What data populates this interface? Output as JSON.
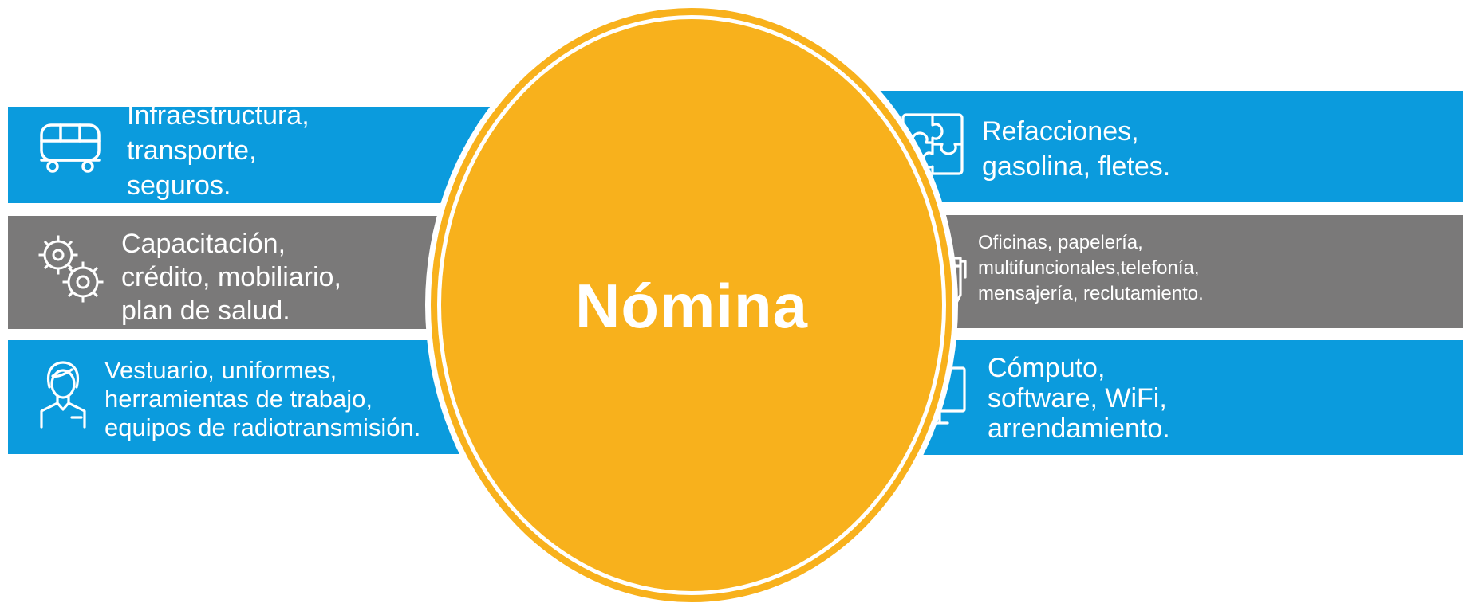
{
  "center": {
    "title": "Nómina"
  },
  "colors": {
    "blue": "#0b9bdd",
    "gray": "#7a7979",
    "circle": "#f8b11c",
    "text": "#ffffff"
  },
  "left_items": [
    {
      "icon": "bus-icon",
      "lines": [
        "Infraestructura,",
        "transporte,",
        "seguros."
      ]
    },
    {
      "icon": "gears-icon",
      "lines": [
        "Capacitación,",
        "crédito, mobiliario,",
        "plan de salud."
      ]
    },
    {
      "icon": "worker-icon",
      "lines": [
        "Vestuario, uniformes,",
        "herramientas de trabajo,",
        "equipos de radiotransmisión."
      ]
    }
  ],
  "right_items": [
    {
      "icon": "puzzle-icon",
      "lines": [
        "Refacciones,",
        "gasolina, fletes."
      ]
    },
    {
      "icon": "document-pen-icon",
      "lines": [
        "Oficinas, papelería,",
        "multifuncionales,telefonía,",
        "mensajería, reclutamiento."
      ]
    },
    {
      "icon": "monitor-icon",
      "lines": [
        "Cómputo,",
        "software, WiFi,",
        "arrendamiento."
      ]
    }
  ]
}
